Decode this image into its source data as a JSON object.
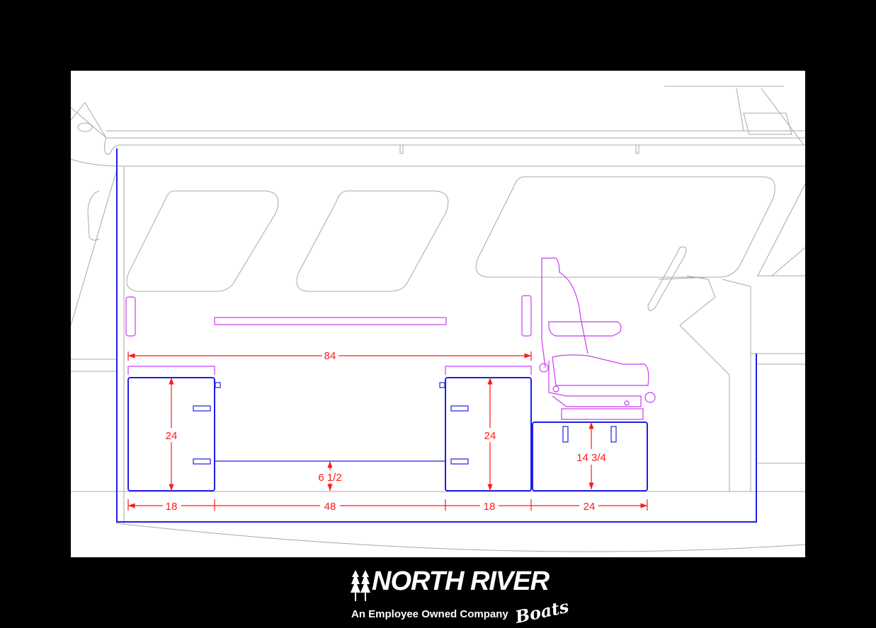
{
  "drawing": {
    "colors": {
      "background": "#000000",
      "sheet": "#ffffff",
      "dimension": "#ff1a1a",
      "cabinetry": "#1f1fe8",
      "seat": "#c83cf0",
      "hull": "#a8a8a8"
    },
    "dimensions": {
      "overall_width": "84",
      "left_cabinet_height": "24",
      "right_cabinet_height": "24",
      "shelf_height": "6 1/2",
      "seat_box_height": "14 3/4",
      "left_cabinet_width": "18",
      "gap_width": "48",
      "right_cabinet_width": "18",
      "seat_box_width": "24"
    }
  },
  "logo": {
    "brand": "NORTH RIVER",
    "script": "Boats",
    "tagline": "An Employee Owned Company",
    "icon": "pine-trees-icon"
  }
}
